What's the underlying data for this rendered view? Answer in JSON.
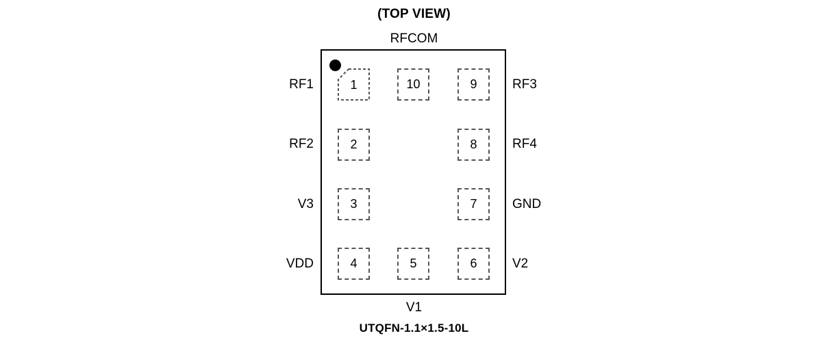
{
  "diagram": {
    "title": "(TOP VIEW)",
    "top_label": "RFCOM",
    "bottom_label": "V1",
    "package_name": "UTQFN-1.1×1.5-10L",
    "pin1_marker": "pin1-dot",
    "left_labels": [
      "RF1",
      "RF2",
      "V3",
      "VDD"
    ],
    "right_labels": [
      "RF3",
      "RF4",
      "GND",
      "V2"
    ],
    "pads": {
      "r1c1": "1",
      "r1c2": "10",
      "r1c3": "9",
      "r2c1": "2",
      "r2c3": "8",
      "r3c1": "3",
      "r3c3": "7",
      "r4c1": "4",
      "r4c2": "5",
      "r4c3": "6"
    },
    "colors": {
      "outline": "#000000",
      "pad_border": "#555555",
      "background": "#ffffff",
      "text": "#000000"
    }
  }
}
